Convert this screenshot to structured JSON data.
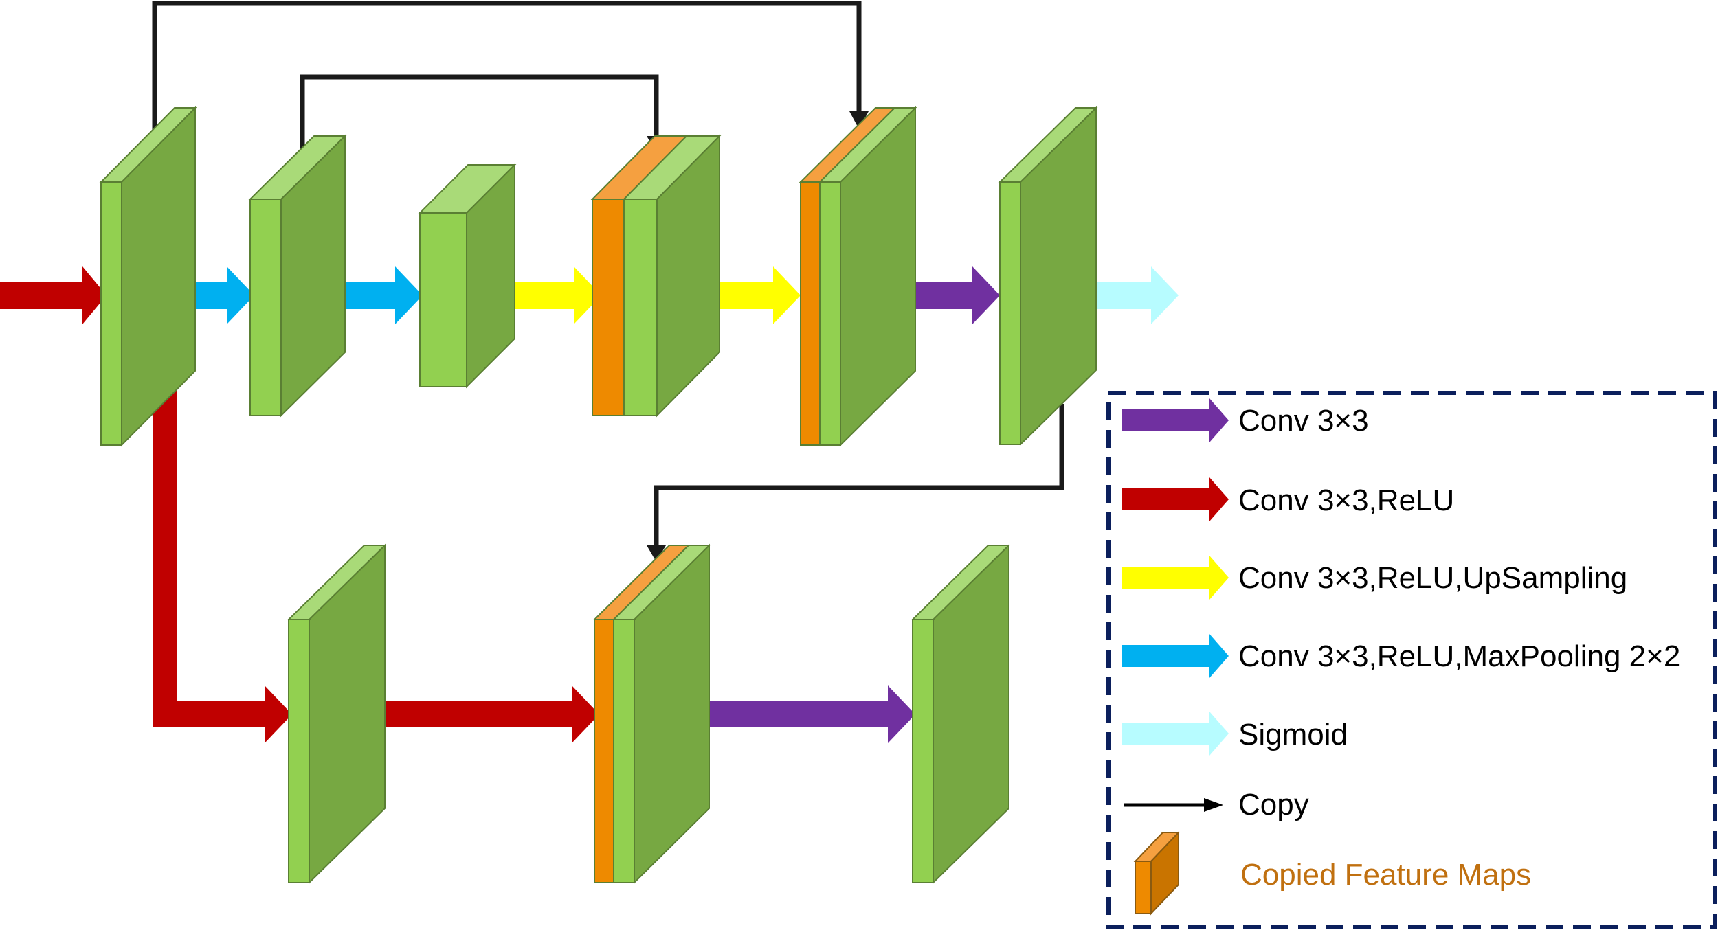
{
  "legend": {
    "items": [
      {
        "key": "conv",
        "label": "Conv 3×3",
        "color": "#7030A0",
        "kind": "thick-arrow"
      },
      {
        "key": "conv_relu",
        "label": "Conv 3×3,ReLU",
        "color": "#C00000",
        "kind": "thick-arrow"
      },
      {
        "key": "conv_relu_up",
        "label": "Conv 3×3,ReLU,UpSampling",
        "color": "#FFFF00",
        "kind": "thick-arrow"
      },
      {
        "key": "conv_relu_pool",
        "label": "Conv 3×3,ReLU,MaxPooling 2×2",
        "color": "#00B0F0",
        "kind": "thick-arrow"
      },
      {
        "key": "sigmoid",
        "label": "Sigmoid",
        "color": "#B7FCFF",
        "kind": "thick-arrow"
      },
      {
        "key": "copy",
        "label": "Copy",
        "color": "#000000",
        "kind": "thin-arrow"
      },
      {
        "key": "copied",
        "label": "Copied Feature Maps",
        "color": "#E88A00",
        "text_color": "#C07010",
        "kind": "block"
      }
    ],
    "border_color": "#0B1F5C"
  },
  "colors": {
    "block_front": "#92D050",
    "block_side": "#77A842",
    "block_top": "#A9DA78",
    "copied_front": "#EE8A00",
    "copied_top": "#F5A040",
    "copied_side": "#C97400",
    "block_stroke": "#5A7F33"
  }
}
